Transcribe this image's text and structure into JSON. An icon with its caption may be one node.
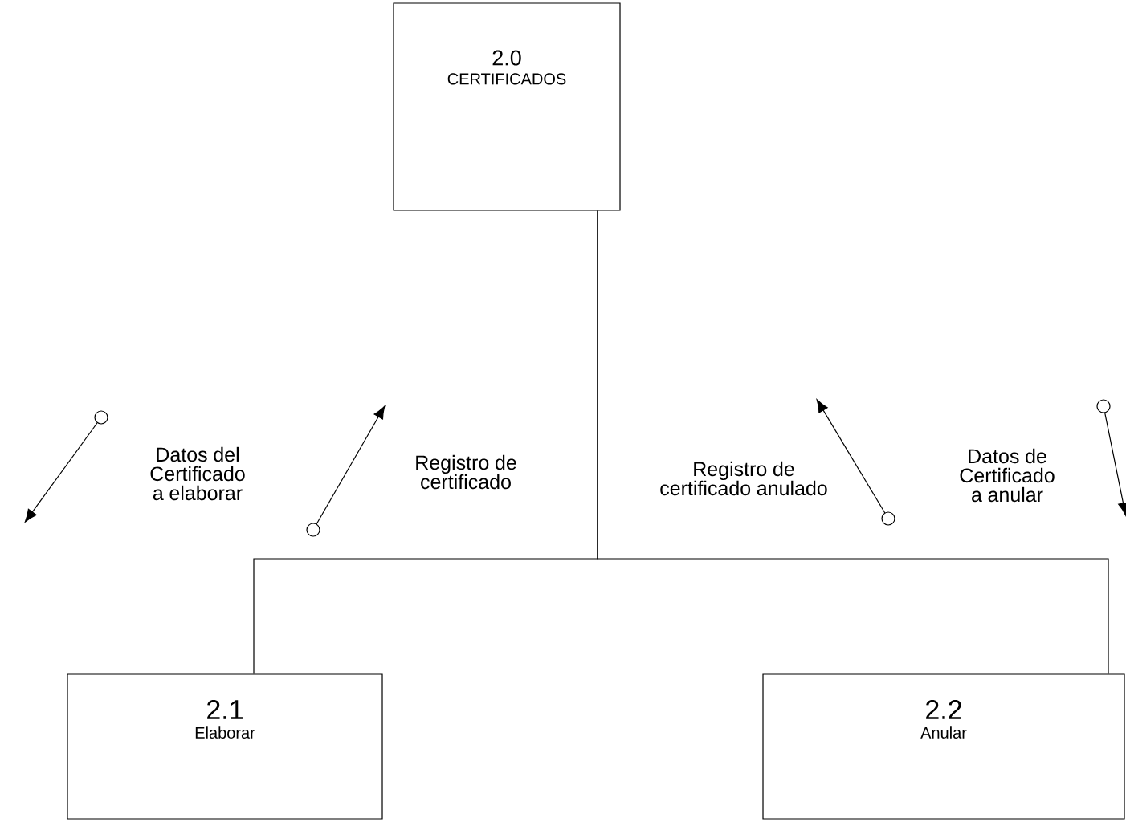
{
  "diagram": {
    "nodes": [
      {
        "text": [
          "2.0",
          "CERTIFICADOS"
        ]
      },
      {
        "text": [
          "2.1",
          "Elaborar"
        ]
      },
      {
        "text": [
          "2.2",
          "Anular"
        ]
      }
    ],
    "edges": [
      {
        "from": 0,
        "to": 1,
        "arrow": "none"
      },
      {
        "from": 0,
        "to": 2,
        "arrow": "none"
      }
    ],
    "labels": [
      "Datos del Certificado a elaborar",
      "Registro de certificado",
      "Registro de certificado anulado",
      "Datos de Certificado a anular"
    ]
  }
}
